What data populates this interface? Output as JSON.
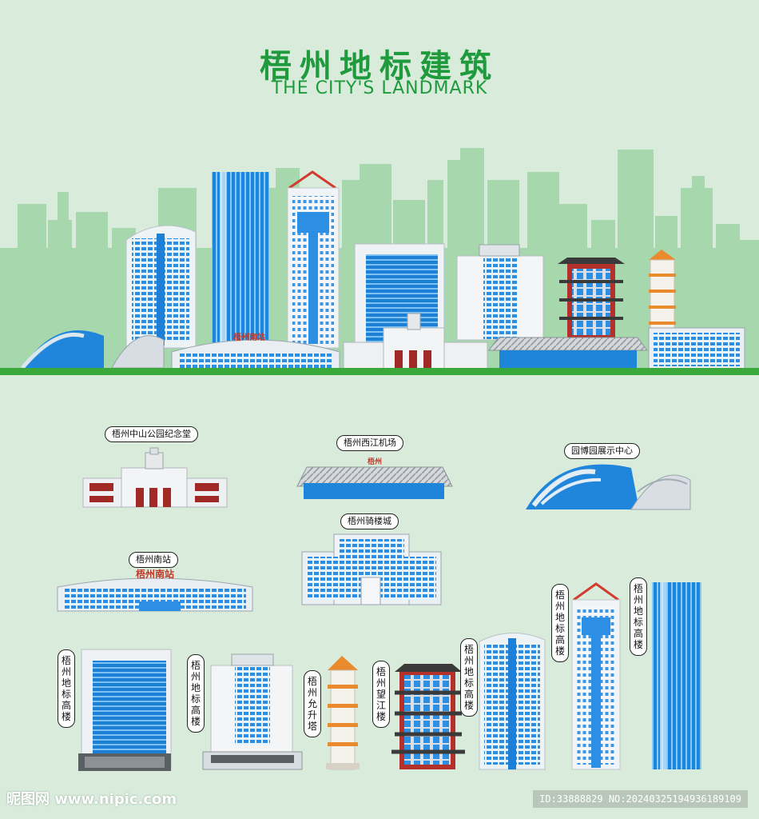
{
  "header": {
    "title_cn": "梧州地标建筑",
    "title_en": "THE CITY'S LANDMARK"
  },
  "labels": {
    "zhongshan": "梧州中山公园纪念堂",
    "airport": "梧州西江机场",
    "expo": "园博园展示中心",
    "qilou": "梧州骑楼城",
    "south_station": "梧州南站",
    "tower_a": "梧州地标高楼",
    "tower_b": "梧州地标高楼",
    "yunsheng": "梧州允升塔",
    "wangjiang": "梧州望江楼",
    "tower_c": "梧州地标高楼",
    "tower_d": "梧州地标高楼",
    "tower_e": "梧州地标高楼"
  },
  "signs": {
    "south_station_sign": "梧州南站",
    "airport_sign": "梧州"
  },
  "watermark": {
    "left": "昵图网 www.nipic.com",
    "right": "ID:33888829 NO:20240325194936189109"
  },
  "colors": {
    "background": "#d9ecdc",
    "title_green": "#1f9a3d",
    "ground_green": "#3aa83a",
    "skyline_green": "#a6d7ad",
    "building_blue": "#2d8fe3",
    "red_accent": "#c0392b"
  }
}
